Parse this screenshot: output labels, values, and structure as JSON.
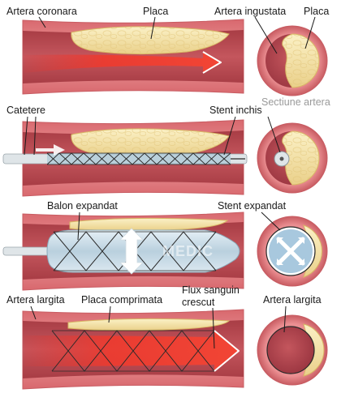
{
  "panels": {
    "p1": {
      "label_left": "Artera coronara",
      "label_mid": "Placa",
      "label_right1": "Artera ingustata",
      "label_right2": "Placa",
      "section_caption": "Sectiune artera"
    },
    "p2": {
      "label_left": "Catetere",
      "label_right": "Stent inchis"
    },
    "p3": {
      "label_left": "Balon expandat",
      "label_right": "Stent expandat",
      "watermark": "MEDIC"
    },
    "p4": {
      "label_left": "Artera largita",
      "label_mid": "Placa comprimata",
      "label_flow_line1": "Flux sanguin",
      "label_flow_line2": "crescut",
      "label_right": "Artera largita"
    }
  },
  "colors": {
    "vessel_wall": "#e27f82",
    "vessel_outer": "#c85c62",
    "lumen": "#b5484f",
    "plaque": "#f4e2a4",
    "plaque_edge": "#d8b865",
    "blood_flow": "#e8342c",
    "balloon": "#c6dbe8",
    "stent_wire": "#2a2a2a",
    "catheter": "#d5dadd"
  }
}
